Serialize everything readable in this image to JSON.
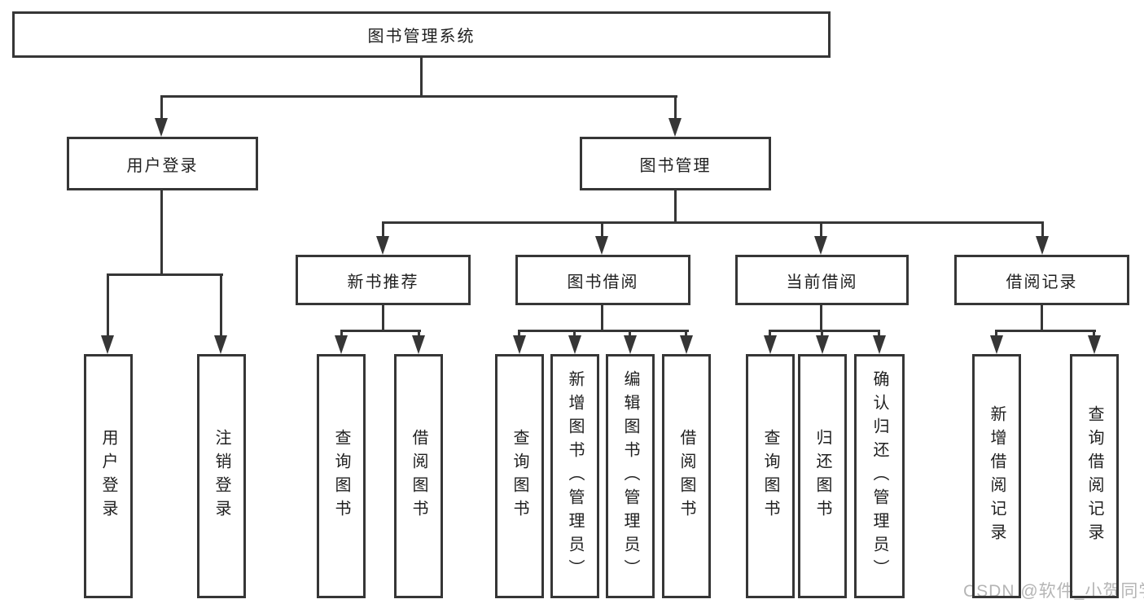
{
  "diagram": {
    "type": "hierarchy-tree",
    "root": {
      "label": "图书管理系统"
    },
    "level2": [
      {
        "id": "user-login",
        "label": "用户登录",
        "parent": "图书管理系统"
      },
      {
        "id": "book-management",
        "label": "图书管理",
        "parent": "图书管理系统"
      }
    ],
    "level3": [
      {
        "id": "new-book-recommend",
        "label": "新书推荐",
        "parent": "图书管理"
      },
      {
        "id": "book-borrow",
        "label": "图书借阅",
        "parent": "图书管理"
      },
      {
        "id": "current-borrow",
        "label": "当前借阅",
        "parent": "图书管理"
      },
      {
        "id": "borrow-records",
        "label": "借阅记录",
        "parent": "图书管理"
      }
    ],
    "leaves": [
      {
        "id": "user-login-leaf",
        "label": "用户登录",
        "parent": "用户登录"
      },
      {
        "id": "logout-leaf",
        "label": "注销登录",
        "parent": "用户登录"
      },
      {
        "id": "query-books-recommend",
        "label": "查询图书",
        "parent": "新书推荐"
      },
      {
        "id": "borrow-books-recommend",
        "label": "借阅图书",
        "parent": "新书推荐"
      },
      {
        "id": "query-books-borrow",
        "label": "查询图书",
        "parent": "图书借阅"
      },
      {
        "id": "add-books-admin",
        "label": "新增图书（管理员）",
        "parent": "图书借阅"
      },
      {
        "id": "edit-books-admin",
        "label": "编辑图书（管理员）",
        "parent": "图书借阅"
      },
      {
        "id": "borrow-books",
        "label": "借阅图书",
        "parent": "图书借阅"
      },
      {
        "id": "query-books-current",
        "label": "查询图书",
        "parent": "当前借阅"
      },
      {
        "id": "return-books",
        "label": "归还图书",
        "parent": "当前借阅"
      },
      {
        "id": "confirm-return-admin",
        "label": "确认归还（管理员）",
        "parent": "当前借阅"
      },
      {
        "id": "add-borrow-record",
        "label": "新增借阅记录",
        "parent": "借阅记录"
      },
      {
        "id": "query-borrow-record",
        "label": "查询借阅记录",
        "parent": "借阅记录"
      }
    ]
  },
  "watermark": {
    "text": "CSDN @软件_小贺同学"
  },
  "colors": {
    "line": "#363636",
    "text": "#1f1f1f",
    "watermark": "#b5b5b5",
    "background": "#ffffff"
  }
}
